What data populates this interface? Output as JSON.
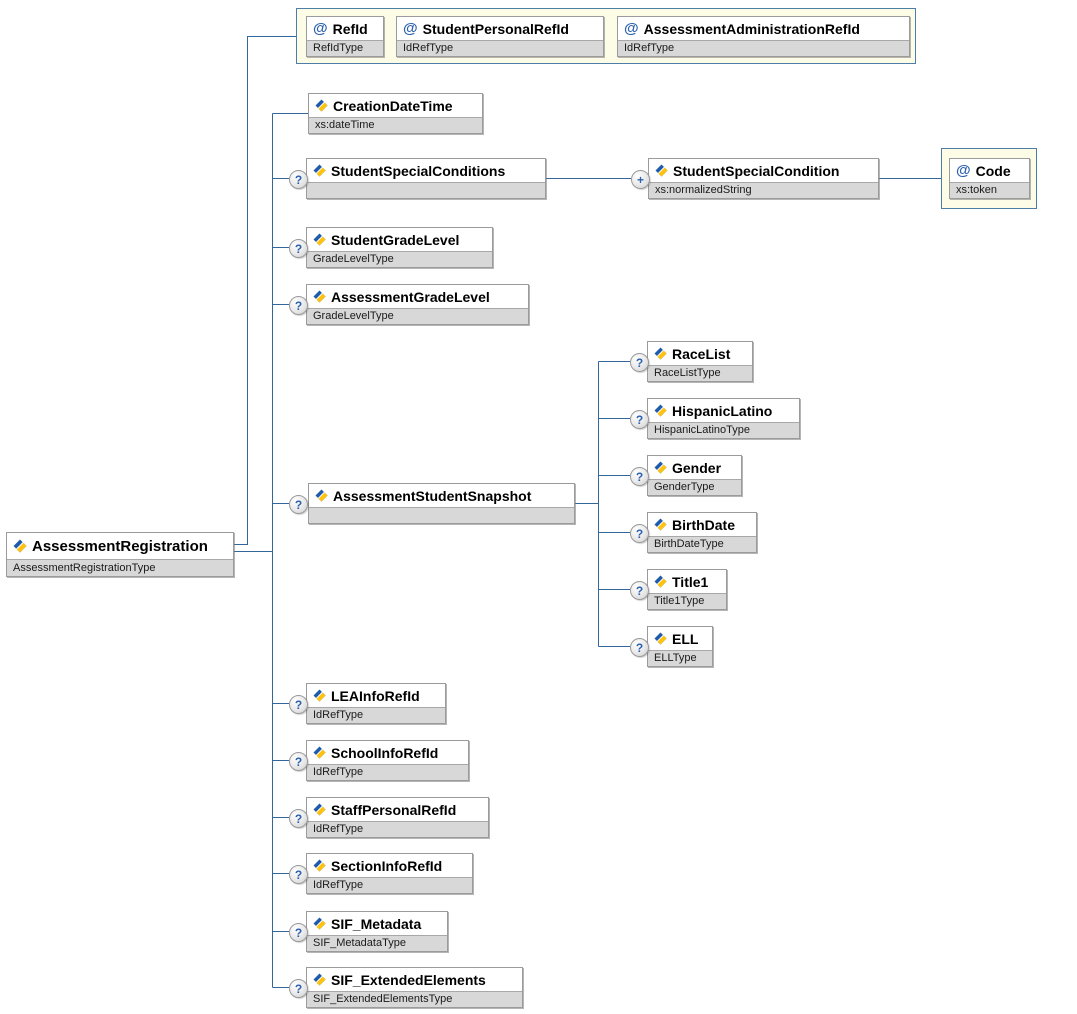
{
  "symbols": {
    "attribute": "@",
    "optional": "?",
    "repeatable": "+"
  },
  "colors": {
    "wire": "#336699",
    "group_background": "#fdfde7",
    "group_border": "#4d7ea8",
    "type_row_background": "#d8d8d8",
    "element_icon_blue": "#1f5bad",
    "element_icon_yellow": "#ffc20e"
  },
  "nodes": {
    "root": {
      "name": "AssessmentRegistration",
      "type": "AssessmentRegistrationType"
    },
    "refid": {
      "name": "RefId",
      "type": "RefIdType"
    },
    "student_personal_refid": {
      "name": "StudentPersonalRefId",
      "type": "IdRefType"
    },
    "assessment_administration_refid": {
      "name": "AssessmentAdministrationRefId",
      "type": "IdRefType"
    },
    "creation_date_time": {
      "name": "CreationDateTime",
      "type": "xs:dateTime"
    },
    "student_special_conditions": {
      "name": "StudentSpecialConditions",
      "type": ""
    },
    "student_special_condition": {
      "name": "StudentSpecialCondition",
      "type": "xs:normalizedString"
    },
    "code": {
      "name": "Code",
      "type": "xs:token"
    },
    "student_grade_level": {
      "name": "StudentGradeLevel",
      "type": "GradeLevelType"
    },
    "assessment_grade_level": {
      "name": "AssessmentGradeLevel",
      "type": "GradeLevelType"
    },
    "assessment_student_snapshot": {
      "name": "AssessmentStudentSnapshot",
      "type": ""
    },
    "race_list": {
      "name": "RaceList",
      "type": "RaceListType"
    },
    "hispanic_latino": {
      "name": "HispanicLatino",
      "type": "HispanicLatinoType"
    },
    "gender": {
      "name": "Gender",
      "type": "GenderType"
    },
    "birth_date": {
      "name": "BirthDate",
      "type": "BirthDateType"
    },
    "title1": {
      "name": "Title1",
      "type": "Title1Type"
    },
    "ell": {
      "name": "ELL",
      "type": "ELLType"
    },
    "lea_info_refid": {
      "name": "LEAInfoRefId",
      "type": "IdRefType"
    },
    "school_info_refid": {
      "name": "SchoolInfoRefId",
      "type": "IdRefType"
    },
    "staff_personal_refid": {
      "name": "StaffPersonalRefId",
      "type": "IdRefType"
    },
    "section_info_refid": {
      "name": "SectionInfoRefId",
      "type": "IdRefType"
    },
    "sif_metadata": {
      "name": "SIF_Metadata",
      "type": "SIF_MetadataType"
    },
    "sif_extended_elements": {
      "name": "SIF_ExtendedElements",
      "type": "SIF_ExtendedElementsType"
    }
  }
}
